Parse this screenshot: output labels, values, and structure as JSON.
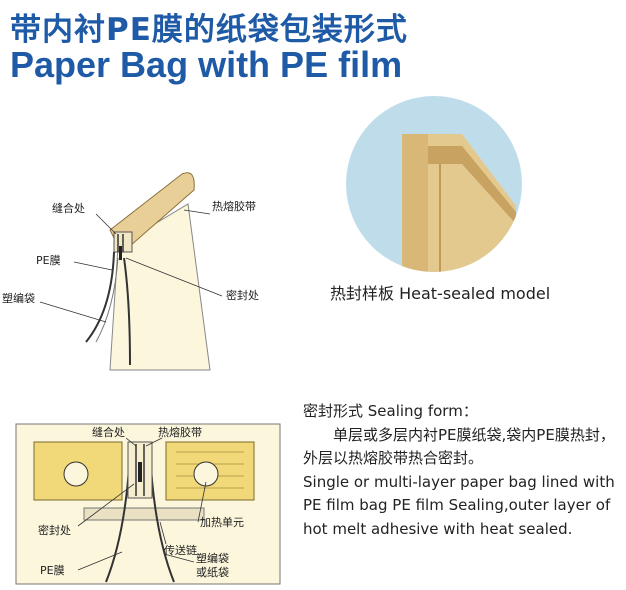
{
  "title_cn": "带内衬PE膜的纸袋包装形式",
  "title_en": "Paper Bag with PE film",
  "diagram1": {
    "label_seam": "缝合处",
    "label_hotmelt_tape": "热熔胶带",
    "label_pe_film": "PE膜",
    "label_seal": "密封处",
    "label_woven_bag": "塑编袋"
  },
  "sample": {
    "caption": "热封样板 Heat-sealed model"
  },
  "diagram2": {
    "label_seam": "缝合处",
    "label_hotmelt_tape": "热熔胶带",
    "label_seal": "密封处",
    "label_heating_unit": "加热单元",
    "label_conveyor": "传送链",
    "label_pe_film": "PE膜",
    "label_bag_line1": "塑编袋",
    "label_bag_line2": "或纸袋"
  },
  "description": {
    "heading": "密封形式 Sealing form：",
    "cn_text": "单层或多层内衬PE膜纸袋,袋内PE膜热封，外层以热熔胶带热合密封。",
    "en_text": "Single or multi-layer paper bag lined with PE film bag PE film Sealing,outer layer of hot melt  adhesive with heat sealed."
  }
}
